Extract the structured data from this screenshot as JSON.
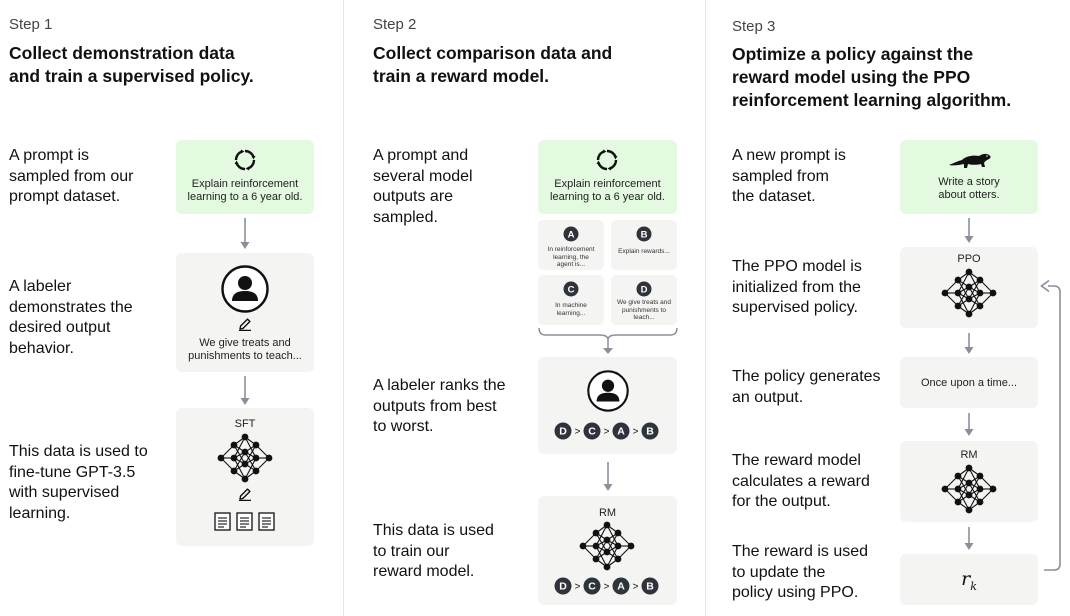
{
  "step1": {
    "label": "Step 1",
    "title": [
      "Collect demonstration data",
      "and train a supervised policy."
    ],
    "desc1": [
      "A prompt is",
      "sampled from our",
      "prompt dataset."
    ],
    "desc2": [
      "A labeler",
      "demonstrates the",
      "desired output",
      "behavior."
    ],
    "desc3": [
      "This data is used to",
      "fine-tune GPT-3.5",
      "with supervised",
      "learning."
    ],
    "prompt": [
      "Explain reinforcement",
      "learning to a 6 year old."
    ],
    "demo": [
      "We give treats and",
      "punishments to teach..."
    ],
    "model": "SFT"
  },
  "step2": {
    "label": "Step 2",
    "title": [
      "Collect comparison data and",
      "train a reward model."
    ],
    "desc1": [
      "A prompt and",
      "several model",
      "outputs are",
      "sampled."
    ],
    "desc2": [
      "A labeler ranks the",
      "outputs from best",
      "to worst."
    ],
    "desc3": [
      "This data is used",
      "to train our",
      "reward model."
    ],
    "prompt": [
      "Explain reinforcement",
      "learning to a 6 year old."
    ],
    "outputs": [
      {
        "letter": "A",
        "text": [
          "In reinforcement",
          "learning, the",
          "agent is..."
        ]
      },
      {
        "letter": "B",
        "text": [
          "Explain rewards..."
        ]
      },
      {
        "letter": "C",
        "text": [
          "In machine",
          "learning..."
        ]
      },
      {
        "letter": "D",
        "text": [
          "We give treats and",
          "punishments to",
          "teach..."
        ]
      }
    ],
    "ranking": [
      "D",
      "C",
      "A",
      "B"
    ],
    "ranking_sep": ">",
    "model": "RM"
  },
  "step3": {
    "label": "Step 3",
    "title": [
      "Optimize a policy against the",
      "reward model using the PPO",
      "reinforcement learning algorithm."
    ],
    "desc1": [
      "A new prompt is",
      "sampled from",
      "the dataset."
    ],
    "desc2": [
      "The PPO model is",
      "initialized from the",
      "supervised policy."
    ],
    "desc3": [
      "The policy generates",
      "an output."
    ],
    "desc4": [
      "The reward model",
      "calculates a reward",
      "for the output."
    ],
    "desc5": [
      "The reward is used",
      "to update the",
      "policy using PPO."
    ],
    "prompt": [
      "Write a story",
      "about otters."
    ],
    "ppo_model": "PPO",
    "output": "Once upon a time...",
    "rm_model": "RM",
    "reward_symbol": "r",
    "reward_subscript": "k"
  },
  "icons": {
    "refresh": "refresh-icon",
    "person": "person-icon",
    "pencil": "pencil-icon",
    "network": "neural-network-icon",
    "document": "document-icon",
    "otter": "otter-icon",
    "arrow": "arrow-down-icon"
  },
  "colors": {
    "prompt_box": "#e3f9e0",
    "box": "#f4f4f2",
    "arrow": "#8a8f9a",
    "node": "#111111"
  }
}
